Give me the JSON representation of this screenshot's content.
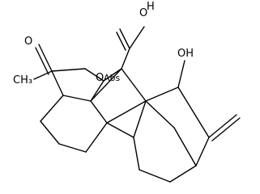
{
  "structure": {
    "atom_labels": {
      "acid_oxygen": "O",
      "acid_hydrogen": "H",
      "lactone_carbonyl_oxygen": "O",
      "lactone_ring_oxygen": "O",
      "lactone_ring_abs": "Abs",
      "methyl": "CH₃",
      "hydroxyl": "OH"
    }
  }
}
